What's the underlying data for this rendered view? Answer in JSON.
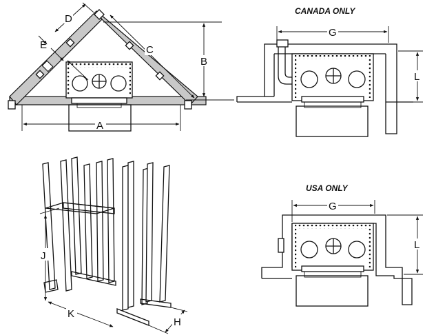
{
  "headings": {
    "canada": "CANADA ONLY",
    "usa": "USA ONLY"
  },
  "dims": {
    "a": "A",
    "b": "B",
    "c": "C",
    "d": "D",
    "e": "E",
    "g": "G",
    "h": "H",
    "j": "J",
    "k": "K",
    "l": "L"
  },
  "colors": {
    "line": "#111111",
    "wall_fill": "#c8c8c8",
    "background": "#ffffff"
  }
}
